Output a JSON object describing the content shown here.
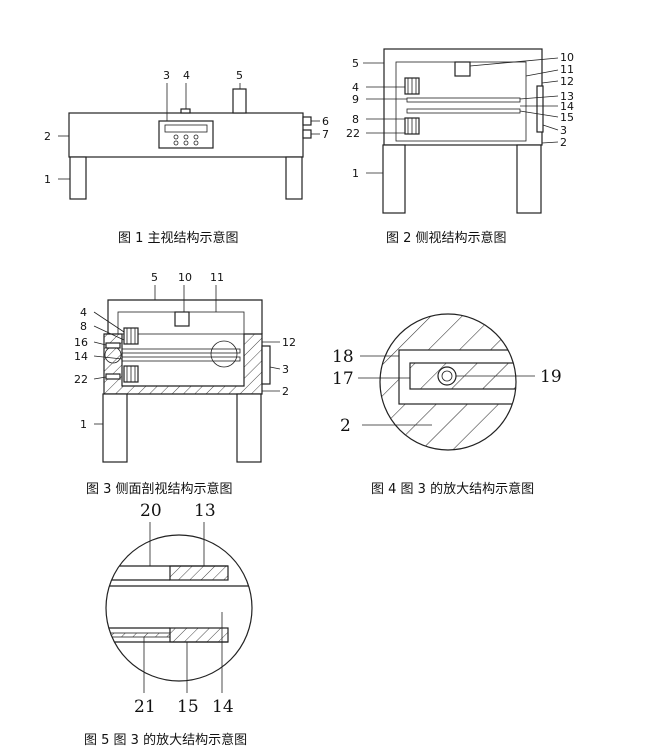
{
  "captions": {
    "fig1": "图 1  主视结构示意图",
    "fig2": "图 2  侧视结构示意图",
    "fig3": "图 3  侧面剖视结构示意图",
    "fig4": "图 4  图 3 的放大结构示意图",
    "fig5": "图 5  图 3 的放大结构示意图"
  },
  "fig1_labels": {
    "l1": "1",
    "l2": "2",
    "l3": "3",
    "l4": "4",
    "l5": "5",
    "l6": "6",
    "l7": "7"
  },
  "fig2_labels": {
    "l1": "1",
    "l2": "2",
    "l3": "3",
    "l4": "4",
    "l5": "5",
    "l8": "8",
    "l9": "9",
    "l10": "10",
    "l11": "11",
    "l12": "12",
    "l13": "13",
    "l14": "14",
    "l15": "15",
    "l22": "22"
  },
  "fig3_labels": {
    "l1": "1",
    "l2": "2",
    "l3": "3",
    "l4": "4",
    "l5": "5",
    "l8": "8",
    "l10": "10",
    "l11": "11",
    "l12": "12",
    "l14": "14",
    "l16": "16",
    "l22": "22"
  },
  "fig4_labels": {
    "l2": "2",
    "l17": "17",
    "l18": "18",
    "l19": "19"
  },
  "fig5_labels": {
    "l13": "13",
    "l14": "14",
    "l15": "15",
    "l20": "20",
    "l21": "21"
  }
}
